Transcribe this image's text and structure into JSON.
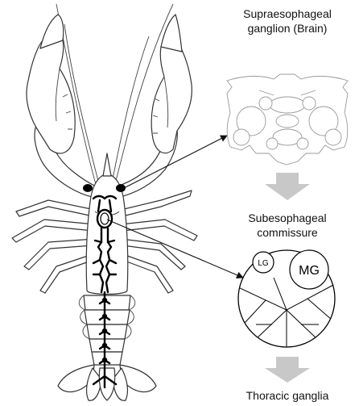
{
  "labels": {
    "brain": [
      "Supraesophageal",
      "ganglion (Brain)"
    ],
    "commissure": [
      "Subesophageal",
      "commissure"
    ],
    "thoracic": "Thoracic ganglia",
    "lg": "LG",
    "mg": "MG"
  },
  "colors": {
    "arrow_fill": "#c8c8c8",
    "outline": "#333333",
    "nerve": "#000000",
    "brain_detail": "#999999"
  },
  "icons": {
    "down_arrow": "gray-down-block-arrow"
  }
}
